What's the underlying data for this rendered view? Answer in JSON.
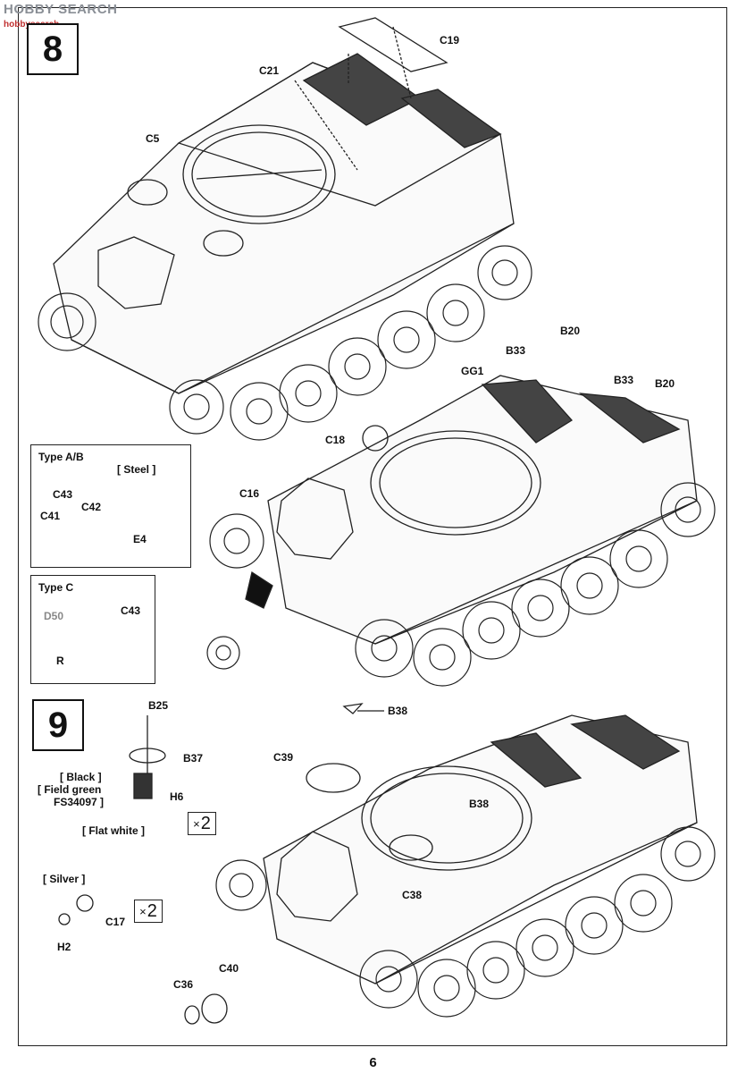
{
  "watermark": {
    "text": "HOBBY SEARCH",
    "sub": "hobbysearch"
  },
  "page_number": "6",
  "steps": {
    "step8": "8",
    "step9": "9"
  },
  "step8_labels": {
    "c19": "C19",
    "c21": "C21",
    "c5": "C5",
    "b20a": "B20",
    "b33a": "B33",
    "b33b": "B33",
    "b20b": "B20",
    "gg1": "GG1",
    "c18": "C18",
    "c16": "C16"
  },
  "type_ab": {
    "title": "Type A/B",
    "steel": "[ Steel ]",
    "c43": "C43",
    "c42": "C42",
    "c41": "C41",
    "e4": "E4"
  },
  "type_c": {
    "title": "Type C",
    "d50": "D50",
    "c43": "C43",
    "r": "R"
  },
  "step9_labels": {
    "b25": "B25",
    "b37": "B37",
    "black": "[ Black ]",
    "field_green": "[ Field green",
    "fs": "FS34097 ]",
    "h6": "H6",
    "flat_white": "[ Flat white ]",
    "mult1": "2",
    "silver": "[ Silver ]",
    "c17": "C17",
    "h2": "H2",
    "mult2": "2",
    "b38a": "B38",
    "c39": "C39",
    "b38b": "B38",
    "c38": "C38",
    "c40": "C40",
    "c36": "C36"
  },
  "mult_symbol": "×"
}
